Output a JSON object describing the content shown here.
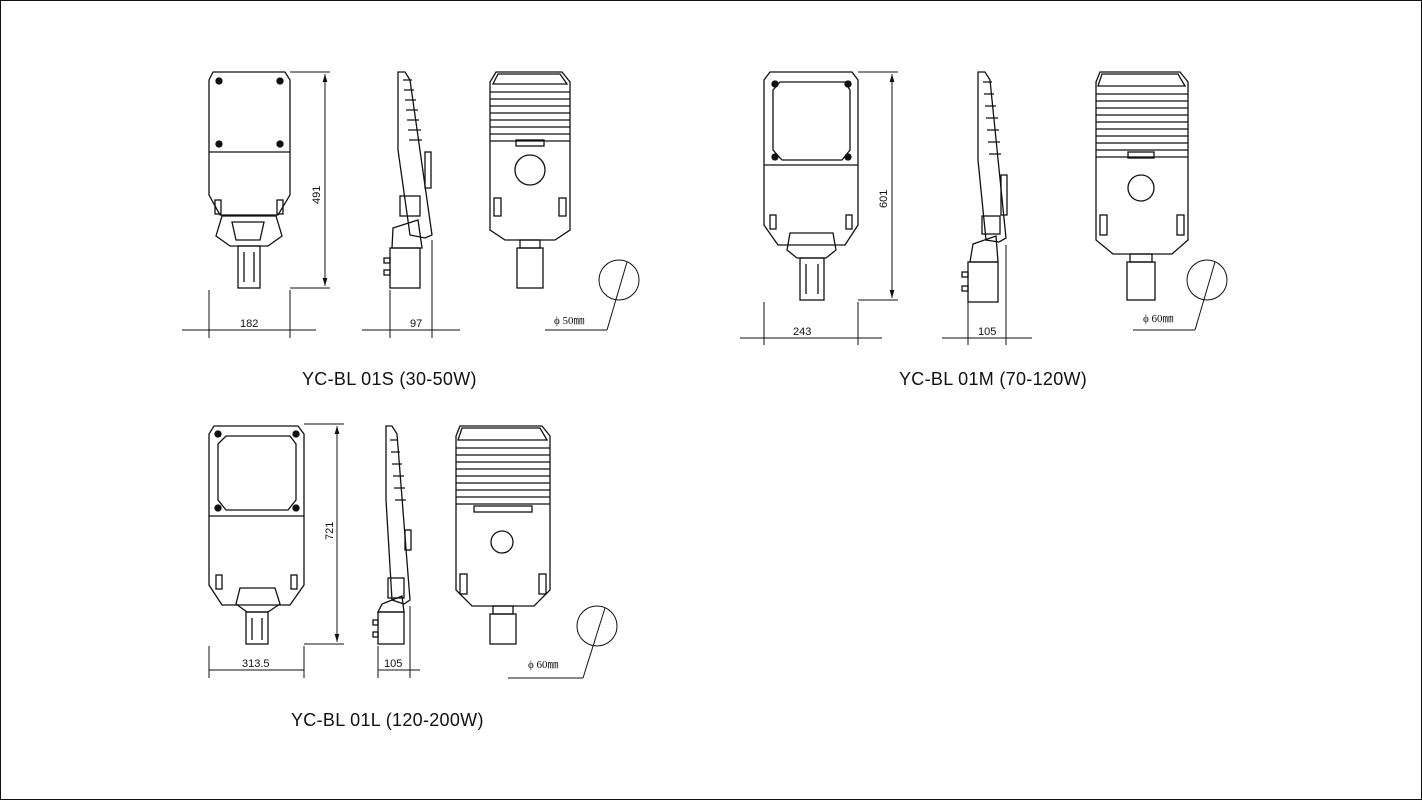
{
  "models": [
    {
      "title": "YC-BL 01S (30-50W)",
      "height_dim": "491",
      "width_dim": "182",
      "depth_dim": "97",
      "pole_dim": "ϕ 50㎜"
    },
    {
      "title": "YC-BL 01M (70-120W)",
      "height_dim": "601",
      "width_dim": "243",
      "depth_dim": "105",
      "pole_dim": "ϕ 60㎜"
    },
    {
      "title": "YC-BL 01L (120-200W)",
      "height_dim": "721",
      "width_dim": "313.5",
      "depth_dim": "105",
      "pole_dim": "ϕ 60㎜"
    }
  ]
}
